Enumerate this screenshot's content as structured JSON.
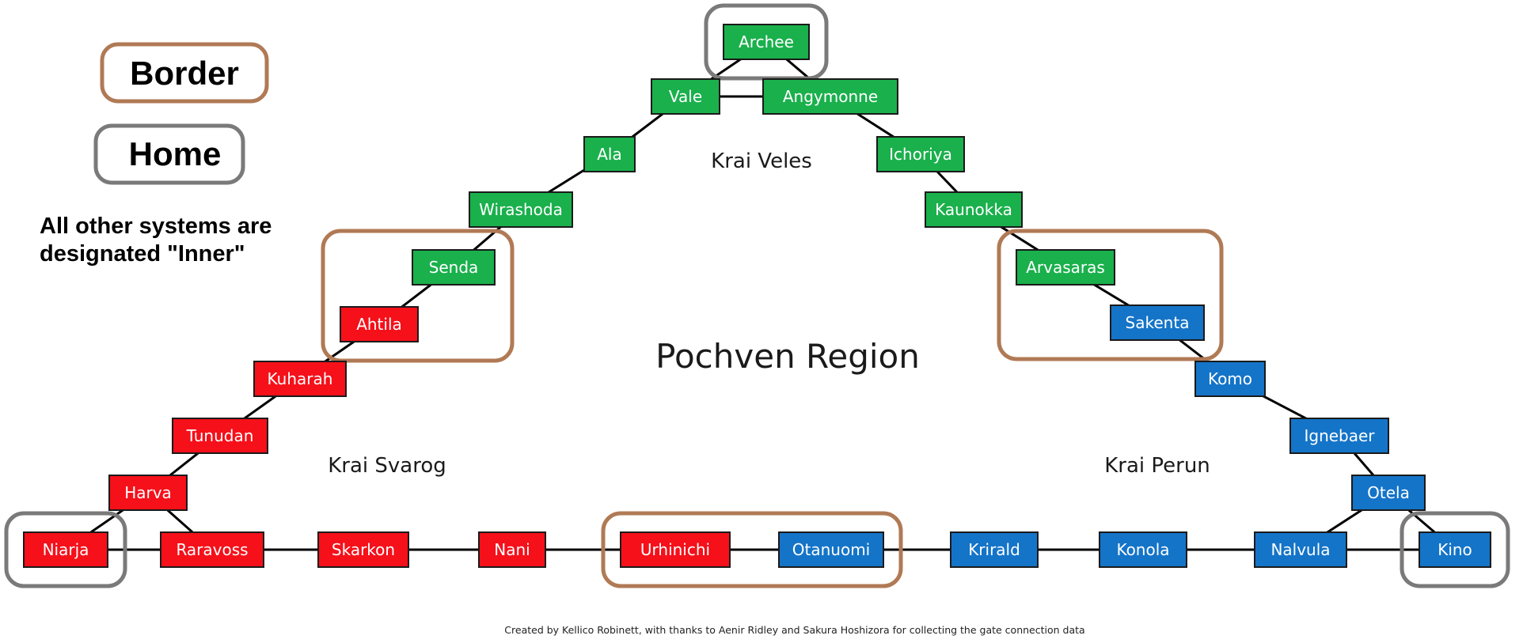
{
  "title": "Pochven Region",
  "legend": {
    "border_label": "Border",
    "home_label": "Home",
    "note_line1": "All other systems are",
    "note_line2": "designated \"Inner\""
  },
  "colors": {
    "veles": "#1ab04c",
    "svarog": "#f5101a",
    "perun": "#1474c8",
    "border": "#b07a55",
    "home": "#7a7a7a",
    "line": "#000000"
  },
  "krais": {
    "veles": "Krai Veles",
    "svarog": "Krai Svarog",
    "perun": "Krai Perun"
  },
  "systems": [
    {
      "id": "archee",
      "name": "Archee",
      "krai": "veles"
    },
    {
      "id": "vale",
      "name": "Vale",
      "krai": "veles"
    },
    {
      "id": "angymonne",
      "name": "Angymonne",
      "krai": "veles"
    },
    {
      "id": "ala",
      "name": "Ala",
      "krai": "veles"
    },
    {
      "id": "ichoriya",
      "name": "Ichoriya",
      "krai": "veles"
    },
    {
      "id": "wirashoda",
      "name": "Wirashoda",
      "krai": "veles"
    },
    {
      "id": "kaunokka",
      "name": "Kaunokka",
      "krai": "veles"
    },
    {
      "id": "senda",
      "name": "Senda",
      "krai": "veles"
    },
    {
      "id": "arvasaras",
      "name": "Arvasaras",
      "krai": "veles"
    },
    {
      "id": "ahtila",
      "name": "Ahtila",
      "krai": "svarog"
    },
    {
      "id": "kuharah",
      "name": "Kuharah",
      "krai": "svarog"
    },
    {
      "id": "tunudan",
      "name": "Tunudan",
      "krai": "svarog"
    },
    {
      "id": "harva",
      "name": "Harva",
      "krai": "svarog"
    },
    {
      "id": "niarja",
      "name": "Niarja",
      "krai": "svarog"
    },
    {
      "id": "raravoss",
      "name": "Raravoss",
      "krai": "svarog"
    },
    {
      "id": "skarkon",
      "name": "Skarkon",
      "krai": "svarog"
    },
    {
      "id": "nani",
      "name": "Nani",
      "krai": "svarog"
    },
    {
      "id": "urhinichi",
      "name": "Urhinichi",
      "krai": "svarog"
    },
    {
      "id": "sakenta",
      "name": "Sakenta",
      "krai": "perun"
    },
    {
      "id": "komo",
      "name": "Komo",
      "krai": "perun"
    },
    {
      "id": "ignebaer",
      "name": "Ignebaer",
      "krai": "perun"
    },
    {
      "id": "otela",
      "name": "Otela",
      "krai": "perun"
    },
    {
      "id": "otanuomi",
      "name": "Otanuomi",
      "krai": "perun"
    },
    {
      "id": "krirald",
      "name": "Krirald",
      "krai": "perun"
    },
    {
      "id": "konola",
      "name": "Konola",
      "krai": "perun"
    },
    {
      "id": "nalvula",
      "name": "Nalvula",
      "krai": "perun"
    },
    {
      "id": "kino",
      "name": "Kino",
      "krai": "perun"
    }
  ],
  "connections": [
    [
      "archee",
      "vale"
    ],
    [
      "archee",
      "angymonne"
    ],
    [
      "vale",
      "angymonne"
    ],
    [
      "vale",
      "ala"
    ],
    [
      "ala",
      "wirashoda"
    ],
    [
      "wirashoda",
      "senda"
    ],
    [
      "senda",
      "ahtila"
    ],
    [
      "ahtila",
      "kuharah"
    ],
    [
      "kuharah",
      "tunudan"
    ],
    [
      "tunudan",
      "harva"
    ],
    [
      "harva",
      "niarja"
    ],
    [
      "harva",
      "raravoss"
    ],
    [
      "niarja",
      "raravoss"
    ],
    [
      "raravoss",
      "skarkon"
    ],
    [
      "skarkon",
      "nani"
    ],
    [
      "nani",
      "urhinichi"
    ],
    [
      "urhinichi",
      "otanuomi"
    ],
    [
      "otanuomi",
      "krirald"
    ],
    [
      "krirald",
      "konola"
    ],
    [
      "konola",
      "nalvula"
    ],
    [
      "nalvula",
      "kino"
    ],
    [
      "nalvula",
      "otela"
    ],
    [
      "otela",
      "kino"
    ],
    [
      "otela",
      "ignebaer"
    ],
    [
      "ignebaer",
      "komo"
    ],
    [
      "komo",
      "sakenta"
    ],
    [
      "sakenta",
      "arvasaras"
    ],
    [
      "arvasaras",
      "kaunokka"
    ],
    [
      "kaunokka",
      "ichoriya"
    ],
    [
      "ichoriya",
      "angymonne"
    ]
  ],
  "home_groups": [
    [
      "archee"
    ],
    [
      "niarja"
    ],
    [
      "kino"
    ]
  ],
  "border_groups": [
    [
      "senda",
      "ahtila"
    ],
    [
      "arvasaras",
      "sakenta"
    ],
    [
      "urhinichi",
      "otanuomi"
    ]
  ],
  "credit": "Created by Kellico Robinett, with thanks to Aenir Ridley and Sakura Hoshizora for collecting the gate connection data"
}
